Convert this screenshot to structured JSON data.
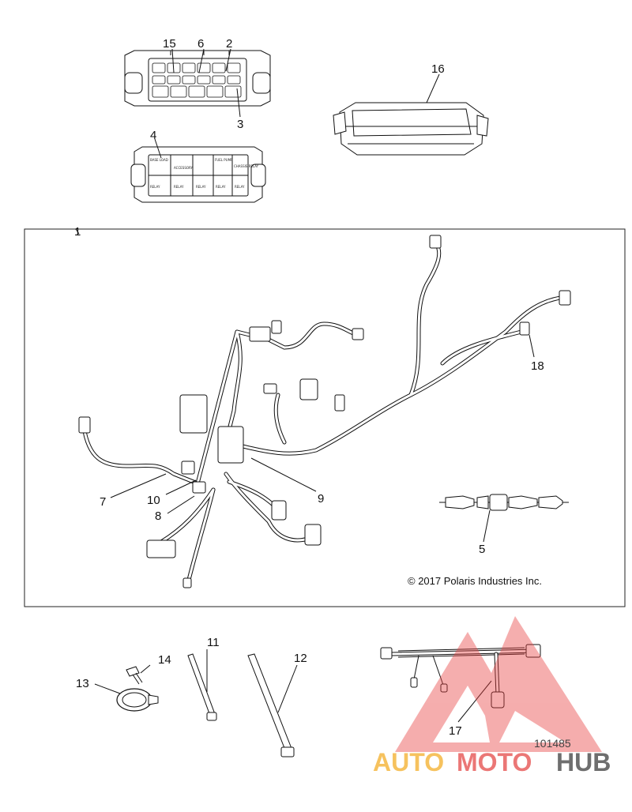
{
  "callouts": [
    "1",
    "2",
    "3",
    "4",
    "5",
    "6",
    "7",
    "8",
    "9",
    "10",
    "11",
    "12",
    "13",
    "14",
    "15",
    "16",
    "17",
    "18"
  ],
  "fuse_box_labels": [
    "BASE LOAD",
    "ACCESSORY",
    "FUEL PUMP",
    "CHASSIS RELAY",
    "RELAY",
    "RELAY",
    "RELAY",
    "RELAY",
    "RELAY"
  ],
  "copyright": "© 2017 Polaris Industries Inc.",
  "watermark": {
    "auto": "AUTO",
    "moto": "MOTO",
    "hub": "HUB",
    "code": "101485",
    "colors": {
      "auto": "#f5b843",
      "moto": "#e8605f",
      "hub": "#555555",
      "triangle": "#e84040"
    }
  }
}
